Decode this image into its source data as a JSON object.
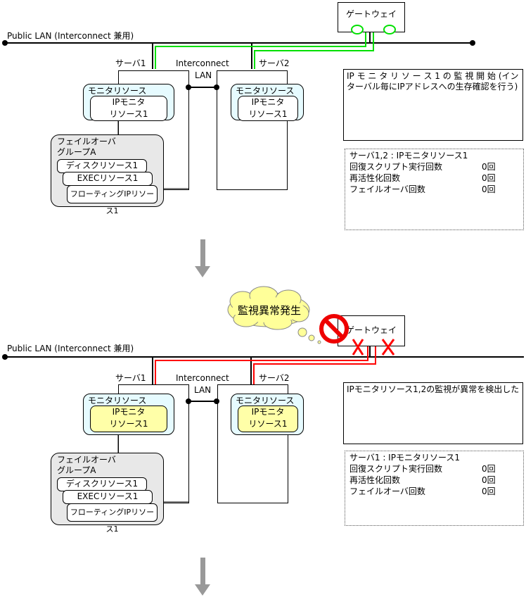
{
  "panels": [
    {
      "state": "normal",
      "lan_label": "Public LAN (Interconnect 兼用)",
      "gateway_label": "ゲートウェイ",
      "interconnect_label_line1": "Interconnect",
      "interconnect_label_line2": "LAN",
      "server1_label": "サーバ1",
      "server2_label": "サーバ2",
      "monitor_resource_label": "モニタリソース",
      "ip_monitor_line1": "IPモニタ",
      "ip_monitor_line2": "リソース1",
      "failover_group_line1": "フェイルオーバ",
      "failover_group_line2": "グループA",
      "resources": [
        "ディスクリソース1",
        "EXECリソース1",
        "フローティングIPリソース1"
      ],
      "message": "IP モ ニ タ リ ソ ー ス 1 の 監 視 開 始 (インターバル毎にIPアドレスへの生存確認を行う)",
      "stats_title": "サーバ1,2 : IPモニタリソース1",
      "stats": [
        {
          "label": "回復スクリプト実行回数",
          "value": "0回"
        },
        {
          "label": "再活性化回数",
          "value": "0回"
        },
        {
          "label": "フェイルオーバ回数",
          "value": "0回"
        }
      ],
      "path_color": "#00e000"
    },
    {
      "state": "error",
      "callout": "監視異常発生",
      "lan_label": "Public LAN (Interconnect 兼用)",
      "gateway_label": "ゲートウェイ",
      "interconnect_label_line1": "Interconnect",
      "interconnect_label_line2": "LAN",
      "server1_label": "サーバ1",
      "server2_label": "サーバ2",
      "monitor_resource_label": "モニタリソース",
      "ip_monitor_line1": "IPモニタ",
      "ip_monitor_line2": "リソース1",
      "failover_group_line1": "フェイルオーバ",
      "failover_group_line2": "グループA",
      "resources": [
        "ディスクリソース1",
        "EXECリソース1",
        "フローティングIPリソース1"
      ],
      "message": "IPモニタリソース1,2の監視が異常を検出した",
      "stats_title": "サーバ1 : IPモニタリソース1",
      "stats": [
        {
          "label": "回復スクリプト実行回数",
          "value": "0回"
        },
        {
          "label": "再活性化回数",
          "value": "0回"
        },
        {
          "label": "フェイルオーバ回数",
          "value": "0回"
        }
      ],
      "path_color": "#ff0000"
    }
  ],
  "colors": {
    "ok_path": "#00e000",
    "error_path": "#ff0000",
    "monitor_bg": "#e6fbff",
    "ip_monitor_alert_bg": "#ffffa8",
    "failover_group_bg": "#e8e8e8",
    "callout_bg": "#ffff99",
    "arrow": "#999999"
  }
}
